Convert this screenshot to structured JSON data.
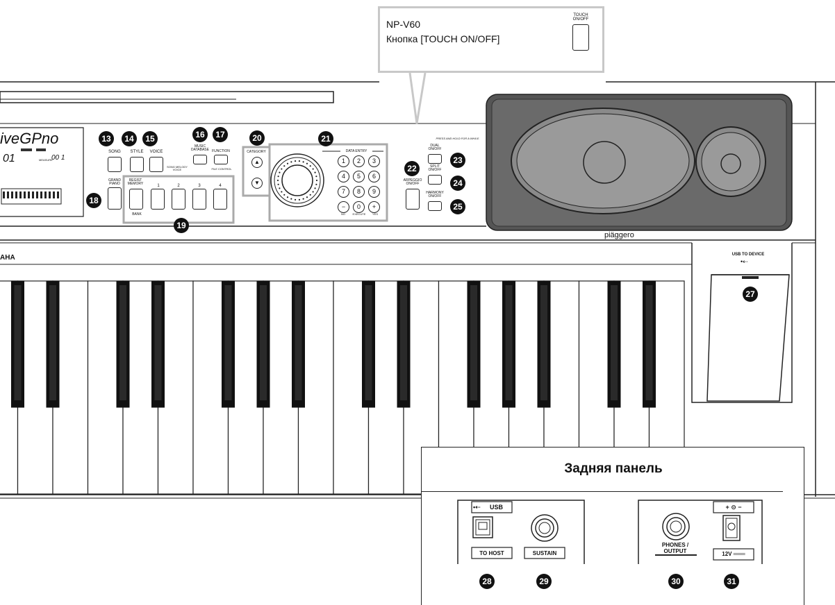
{
  "note": {
    "model": "NP-V60",
    "button_text": "Кнопка [TOUCH ON/OFF]",
    "touch_label": "TOUCH\nON/OFF"
  },
  "display": {
    "logo_text": "iveGPno",
    "measure_label": "MEASURE",
    "measure_value": "00 1",
    "number_value": "01"
  },
  "panel": {
    "song": "SONG",
    "style": "STYLE",
    "voice": "VOICE",
    "music_database": "MUSIC\nDATABASE",
    "function": "FUNCTION",
    "song_voice_melody": "SONG MELODY\nVOICE",
    "file_control": "FILE CONTROL",
    "grand_piano": "GRAND\nPIANO",
    "regist_memory": "REGIST\nMEMORY",
    "bank": "BANK",
    "regist_numbers": [
      "1",
      "2",
      "3",
      "4"
    ],
    "category": "CATEGORY",
    "data_entry": "DATA ENTRY",
    "keypad": [
      "1",
      "2",
      "3",
      "4",
      "5",
      "6",
      "7",
      "8",
      "9",
      "−",
      "0",
      "+"
    ],
    "no": "NO",
    "execute": "EXECUTE",
    "yes": "YES",
    "press_hold": "PRESS AND HOLD FOR A WHILE.",
    "arpeggio": "ARPEGGIO\nON/OFF",
    "dual": "DUAL\nON/OFF",
    "split": "SPLIT\nON/OFF",
    "harmony": "HARMONY\nON/OFF",
    "brand": "piäggero",
    "maker": "AHA",
    "usb_to_device": "USB TO DEVICE"
  },
  "callouts": {
    "c13": "13",
    "c14": "14",
    "c15": "15",
    "c16": "16",
    "c17": "17",
    "c18": "18",
    "c19": "19",
    "c20": "20",
    "c21": "21",
    "c22": "22",
    "c23": "23",
    "c24": "24",
    "c25": "25",
    "c27": "27",
    "c28": "28",
    "c29": "29",
    "c30": "30",
    "c31": "31"
  },
  "rear": {
    "title": "Задняя панель",
    "usb": "USB",
    "to_host": "TO HOST",
    "sustain": "SUSTAIN",
    "phones_output": "PHONES /\nOUTPUT",
    "dc_polarity": "+ ⊝ −",
    "dc_voltage": "12V ═══"
  }
}
